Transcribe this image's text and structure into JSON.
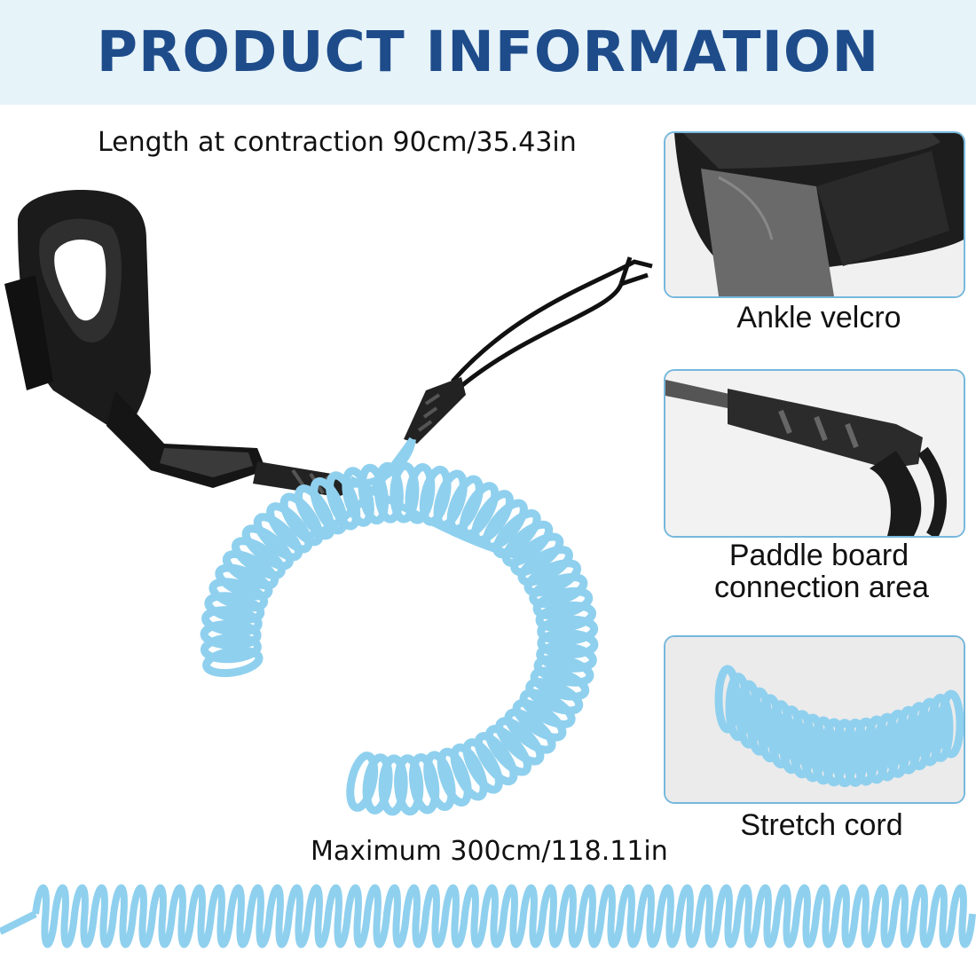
{
  "header": {
    "title": "PRODUCT INFORMATION"
  },
  "main": {
    "contraction_label": "Length at contraction 90cm/35.43in",
    "maximum_label": "Maximum 300cm/118.11in"
  },
  "features": [
    {
      "label": "Ankle velcro"
    },
    {
      "label_line1": "Paddle board",
      "label_line2": "connection area"
    },
    {
      "label": "Stretch cord"
    }
  ],
  "colors": {
    "title": "#1e4c8a",
    "banner": "#e6f3f9",
    "cord": "#8fd0ee",
    "inset_border": "#76b8dc"
  }
}
